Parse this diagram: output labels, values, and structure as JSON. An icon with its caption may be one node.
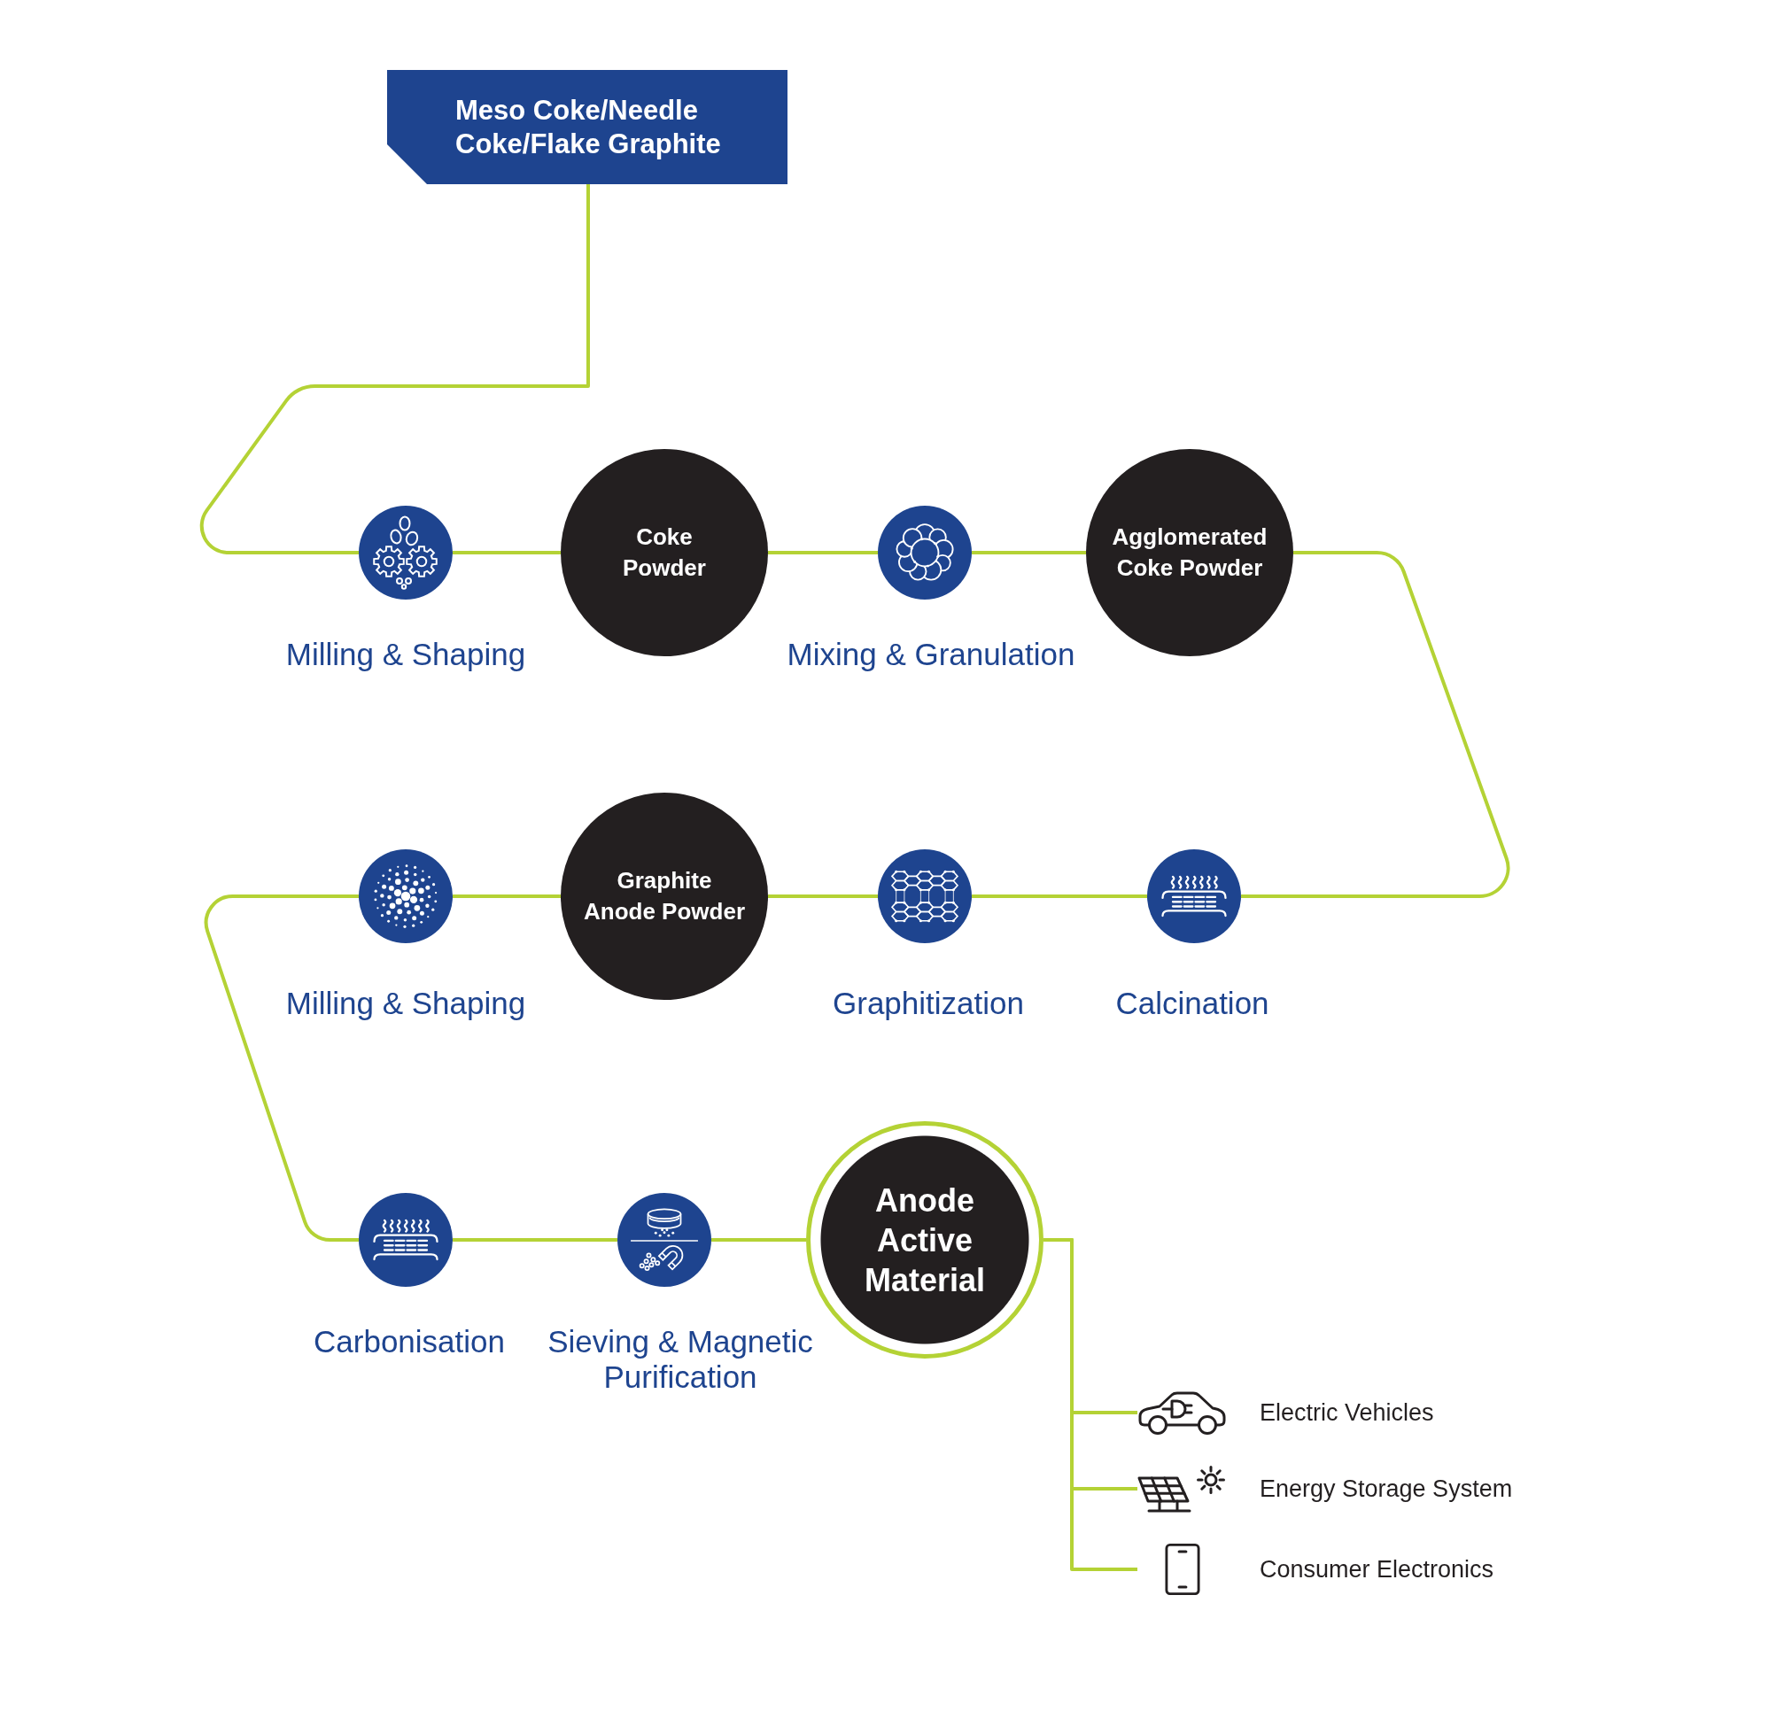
{
  "diagram": {
    "nodes": [
      {
        "text": [
          "Meso Coke/Needle Coke/Flake Graphite"
        ]
      },
      {
        "text": [],
        "shape": "circle",
        "beside": [
          "Milling & Shaping"
        ]
      },
      {
        "text": [
          "Coke Powder"
        ]
      },
      {
        "text": [],
        "shape": "circle"
      },
      {
        "text": [
          "Agglomerated Coke Powder"
        ]
      },
      {
        "text": [],
        "shape": "circle",
        "beside": [
          "Calcination"
        ]
      },
      {
        "text": [],
        "shape": "circle",
        "beside": [
          "Graphitization"
        ]
      },
      {
        "text": [
          "Graphite Anode Powder"
        ]
      },
      {
        "text": [],
        "shape": "circle",
        "beside": [
          "Milling & Shaping"
        ]
      },
      {
        "text": [],
        "shape": "circle",
        "beside": [
          "Carbonisation"
        ]
      },
      {
        "text": [],
        "shape": "circle"
      },
      {
        "text": [
          "Anode Active Material"
        ]
      },
      {
        "text": [
          "Electric Vehicles"
        ]
      },
      {
        "text": [
          "Energy Storage System"
        ]
      },
      {
        "text": [
          "Consumer Electronics"
        ]
      }
    ],
    "edges": [
      {
        "from": 0,
        "to": 1,
        "arrow": "none"
      },
      {
        "from": 1,
        "to": 2,
        "arrow": "none"
      },
      {
        "from": 2,
        "to": 3,
        "arrow": "none"
      },
      {
        "from": 3,
        "to": 4,
        "arrow": "none"
      },
      {
        "from": 4,
        "to": 5,
        "arrow": "none"
      },
      {
        "from": 5,
        "to": 6,
        "arrow": "none"
      },
      {
        "from": 6,
        "to": 7,
        "arrow": "none"
      },
      {
        "from": 7,
        "to": 8,
        "arrow": "none"
      },
      {
        "from": 8,
        "to": 9,
        "arrow": "none"
      },
      {
        "from": 9,
        "to": 10,
        "arrow": "none"
      },
      {
        "from": 10,
        "to": 11,
        "arrow": "none"
      },
      {
        "from": 11,
        "to": 12,
        "arrow": "none"
      },
      {
        "from": 11,
        "to": 13,
        "arrow": "none"
      },
      {
        "from": 11,
        "to": 14,
        "arrow": "none"
      }
    ],
    "labels": [
      "Mixing & Granulation",
      "Sieving & Magnetic Purification"
    ]
  }
}
